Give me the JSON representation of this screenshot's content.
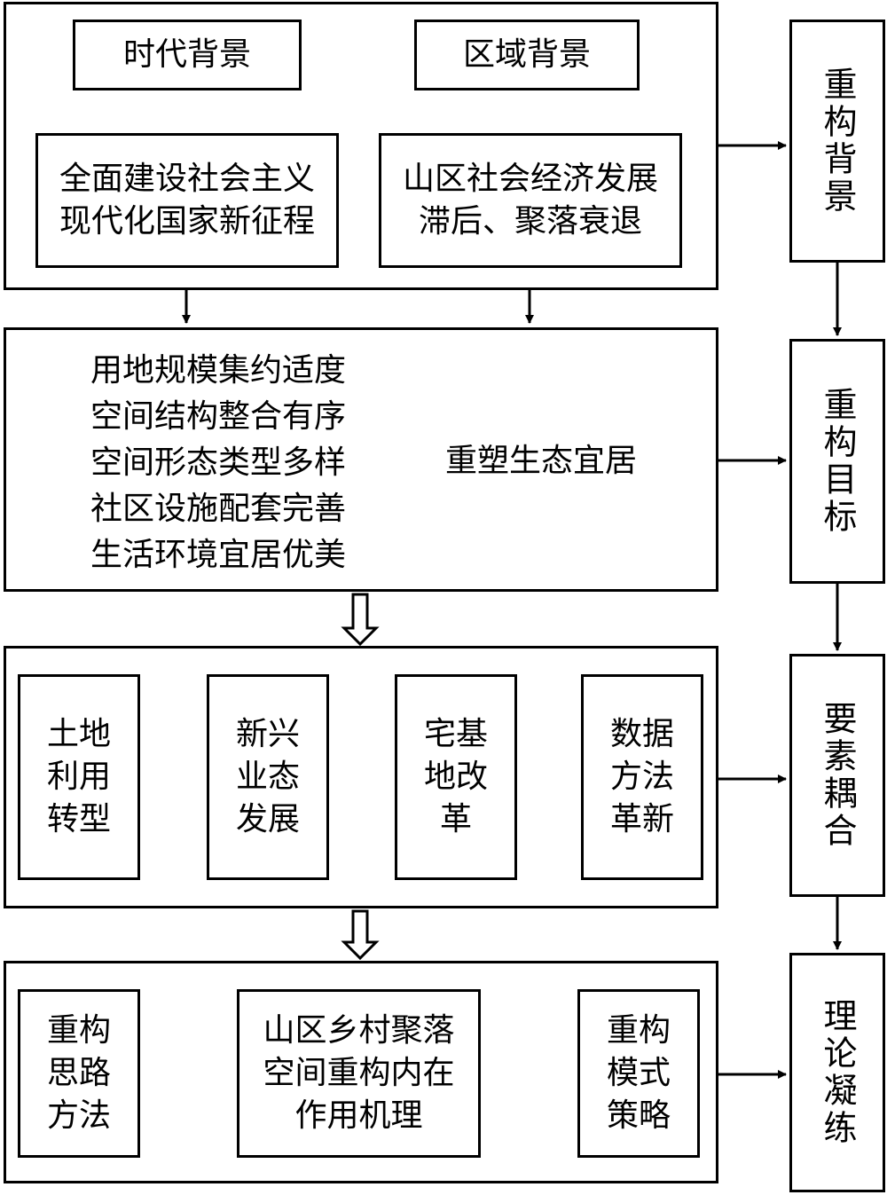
{
  "section1": {
    "era_background": "时代背景",
    "regional_background": "区域背景",
    "era_detail": "全面建设社会主义\n现代化国家新征程",
    "regional_detail": "山区社会经济发展\n滞后、聚落衰退"
  },
  "section2": {
    "goals": [
      "用地规模集约适度",
      "空间结构整合有序",
      "空间形态类型多样",
      "社区设施配套完善",
      "生活环境宜居优美"
    ],
    "summary": "重塑生态宜居"
  },
  "section3": {
    "elements": [
      "土地\n利用\n转型",
      "新兴\n业态\n发展",
      "宅基\n地改\n革",
      "数据\n方法\n革新"
    ]
  },
  "section4": {
    "left": "重构\n思路\n方法",
    "center": "山区乡村聚落\n空间重构内在\n作用机理",
    "right": "重构\n模式\n策略"
  },
  "side": {
    "labels": [
      "重构背景",
      "重构目标",
      "要素耦合",
      "理论凝练"
    ]
  }
}
